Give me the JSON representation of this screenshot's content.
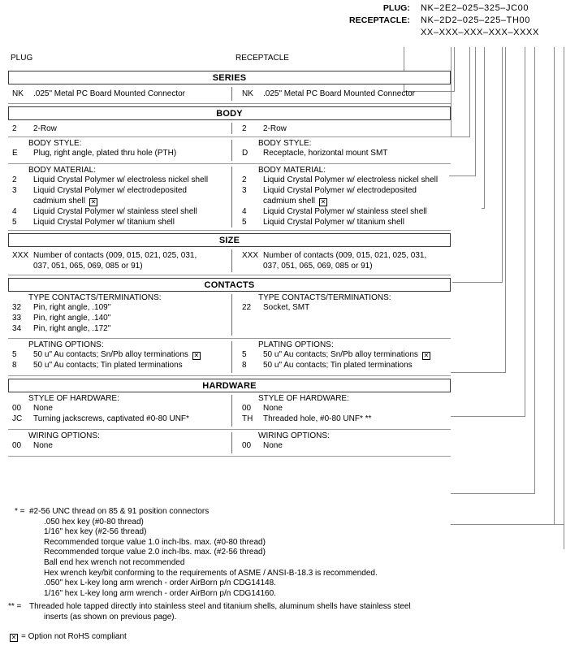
{
  "header": {
    "rows": [
      {
        "label": "PLUG:",
        "value": "NK–2E2–025–325–JC00"
      },
      {
        "label": "RECEPTACLE:",
        "value": "NK–2D2–025–225–TH00"
      },
      {
        "label": "",
        "value": "XX–XXX–XXX–XXX–XXXX"
      }
    ]
  },
  "columns": {
    "plug": "PLUG",
    "receptacle": "RECEPTACLE"
  },
  "sections": [
    {
      "title": "SERIES",
      "bands": [
        {
          "left": {
            "options": [
              {
                "code": "NK",
                "desc": ".025\" Metal PC Board Mounted Connector"
              }
            ]
          },
          "right": {
            "options": [
              {
                "code": "NK",
                "desc": ".025\" Metal PC Board Mounted Connector"
              }
            ]
          }
        }
      ]
    },
    {
      "title": "BODY",
      "bands": [
        {
          "left": {
            "options": [
              {
                "code": "2",
                "desc": "2-Row"
              }
            ]
          },
          "right": {
            "options": [
              {
                "code": "2",
                "desc": "2-Row"
              }
            ]
          }
        },
        {
          "left": {
            "subhead": "BODY STYLE:",
            "options": [
              {
                "code": "E",
                "desc": "Plug, right angle, plated thru hole (PTH)"
              }
            ]
          },
          "right": {
            "subhead": "BODY STYLE:",
            "options": [
              {
                "code": "D",
                "desc": "Receptacle, horizontal mount SMT"
              }
            ]
          }
        },
        {
          "left": {
            "subhead": "BODY MATERIAL:",
            "options": [
              {
                "code": "2",
                "desc": "Liquid Crystal Polymer w/ electroless nickel shell"
              },
              {
                "code": "3",
                "desc": "Liquid Crystal Polymer w/ electrodeposited",
                "cont": "cadmium shell",
                "rohs": true
              },
              {
                "code": "4",
                "desc": "Liquid Crystal Polymer w/ stainless steel shell"
              },
              {
                "code": "5",
                "desc": "Liquid Crystal Polymer w/ titanium shell"
              }
            ]
          },
          "right": {
            "subhead": "BODY MATERIAL:",
            "options": [
              {
                "code": "2",
                "desc": "Liquid Crystal Polymer w/ electroless nickel shell"
              },
              {
                "code": "3",
                "desc": "Liquid Crystal Polymer w/ electrodeposited",
                "cont": "cadmium shell",
                "rohs": true
              },
              {
                "code": "4",
                "desc": "Liquid Crystal Polymer w/ stainless steel shell"
              },
              {
                "code": "5",
                "desc": "Liquid Crystal Polymer w/ titanium shell"
              }
            ]
          }
        }
      ]
    },
    {
      "title": "SIZE",
      "bands": [
        {
          "left": {
            "options": [
              {
                "code": "XXX",
                "desc": "Number of contacts (009, 015, 021, 025, 031,",
                "cont": "037, 051, 065, 069, 085 or 91)"
              }
            ]
          },
          "right": {
            "options": [
              {
                "code": "XXX",
                "desc": "Number of contacts (009, 015, 021, 025, 031,",
                "cont": "037, 051, 065, 069, 085 or 91)"
              }
            ]
          }
        }
      ]
    },
    {
      "title": "CONTACTS",
      "bands": [
        {
          "left": {
            "subhead": "TYPE CONTACTS/TERMINATIONS:",
            "options": [
              {
                "code": "32",
                "desc": "Pin, right angle, .109\""
              },
              {
                "code": "33",
                "desc": "Pin, right angle, .140\""
              },
              {
                "code": "34",
                "desc": "Pin, right angle, .172\""
              }
            ]
          },
          "right": {
            "subhead": "TYPE CONTACTS/TERMINATIONS:",
            "options": [
              {
                "code": "22",
                "desc": "Socket, SMT"
              }
            ]
          }
        },
        {
          "left": {
            "subhead": "PLATING OPTIONS:",
            "options": [
              {
                "code": "5",
                "desc": "50 u\" Au contacts; Sn/Pb alloy terminations",
                "rohs": true
              },
              {
                "code": "8",
                "desc": "50 u\" Au contacts; Tin plated terminations"
              }
            ]
          },
          "right": {
            "subhead": "PLATING OPTIONS:",
            "options": [
              {
                "code": "5",
                "desc": "50 u\" Au contacts; Sn/Pb alloy terminations",
                "rohs": true
              },
              {
                "code": "8",
                "desc": "50 u\" Au contacts; Tin plated terminations"
              }
            ]
          }
        }
      ]
    },
    {
      "title": "HARDWARE",
      "bands": [
        {
          "left": {
            "subhead": "STYLE OF HARDWARE:",
            "options": [
              {
                "code": "00",
                "desc": "None"
              },
              {
                "code": "JC",
                "desc": "Turning jackscrews, captivated #0-80 UNF*"
              }
            ]
          },
          "right": {
            "subhead": "STYLE OF HARDWARE:",
            "options": [
              {
                "code": "00",
                "desc": "None"
              },
              {
                "code": "TH",
                "desc": "Threaded hole, #0-80 UNF*  **"
              }
            ]
          }
        },
        {
          "left": {
            "subhead": "WIRING OPTIONS:",
            "options": [
              {
                "code": "00",
                "desc": "None"
              }
            ]
          },
          "right": {
            "subhead": "WIRING OPTIONS:",
            "options": [
              {
                "code": "00",
                "desc": "None"
              }
            ]
          }
        }
      ]
    }
  ],
  "notes": [
    {
      "mark": "* =",
      "first": "#2-56 UNC thread on 85 & 91 position connectors",
      "lines": [
        ".050 hex key (#0-80 thread)",
        "1/16\" hex key (#2-56 thread)",
        "Recommended torque value 1.0 inch-lbs. max. (#0-80 thread)",
        "Recommended torque value 2.0 inch-lbs. max. (#2-56 thread)",
        "Ball end hex wrench not recommended",
        "Hex wrench key/bit conforming to the requirements of ASME / ANSI-B-18.3 is recommended.",
        ".050\" hex L-key long arm wrench - order AirBorn p/n CDG14148.",
        "1/16\" hex L-key long arm wrench - order AirBorn p/n CDG14160."
      ]
    },
    {
      "mark": "** =",
      "first": "Threaded hole tapped directly into stainless steel and titanium shells, aluminum shells have stainless steel",
      "lines": [
        "inserts (as shown on previous page)."
      ]
    }
  ],
  "legend": {
    "symbol": "✕",
    "text": "= Option not RoHS compliant"
  }
}
